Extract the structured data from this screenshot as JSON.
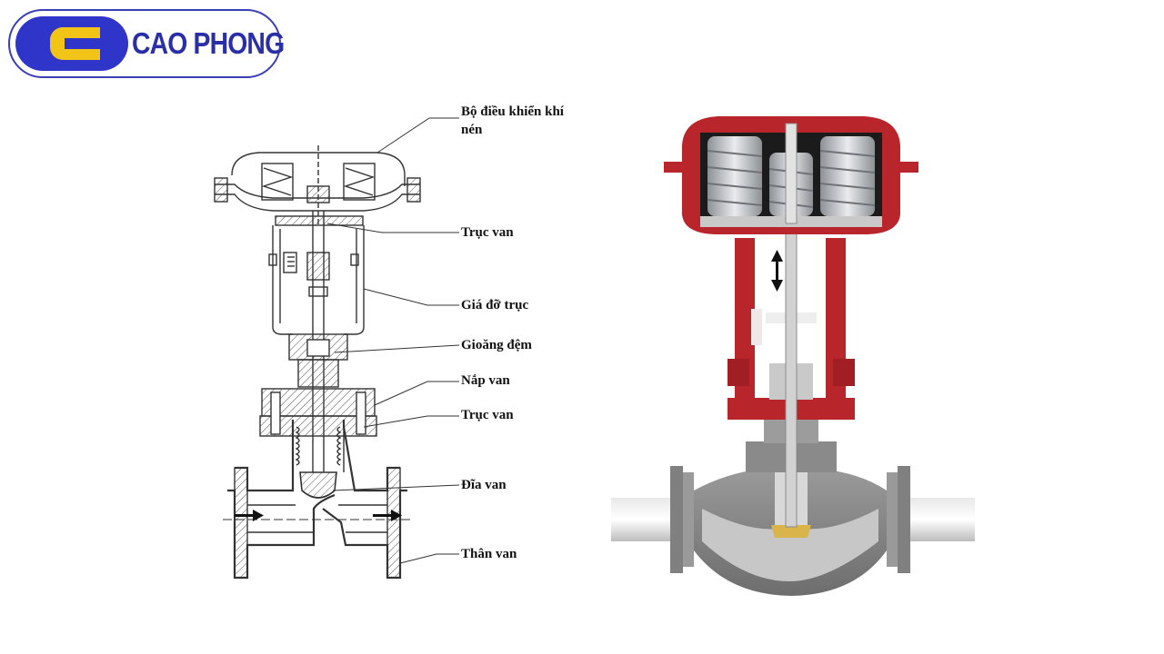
{
  "brand": {
    "name": "CAO PHONG",
    "badge_color": "#2f35c8",
    "letter_color": "#f2c418",
    "logo_icon": "letter-c-logo-icon"
  },
  "labels": [
    {
      "id": "actuator",
      "text": "Bộ điều khiển khí nén"
    },
    {
      "id": "stem-top",
      "text": "Trục van"
    },
    {
      "id": "yoke",
      "text": "Giá đỡ trục"
    },
    {
      "id": "packing",
      "text": "Gioăng đệm"
    },
    {
      "id": "bonnet",
      "text": "Nắp van"
    },
    {
      "id": "stem-bottom",
      "text": "Trục van"
    },
    {
      "id": "plug",
      "text": "Đĩa van"
    },
    {
      "id": "body",
      "text": "Thân van"
    }
  ],
  "colors": {
    "line": "#333333",
    "actuator_red": "#b8262b",
    "spring_gray": "#b9bcc0",
    "body_gray": "#8e8e8e",
    "seat_gold": "#d9b44a"
  },
  "icons": [
    "flow-arrow-icon",
    "stem-motion-arrow-icon"
  ]
}
